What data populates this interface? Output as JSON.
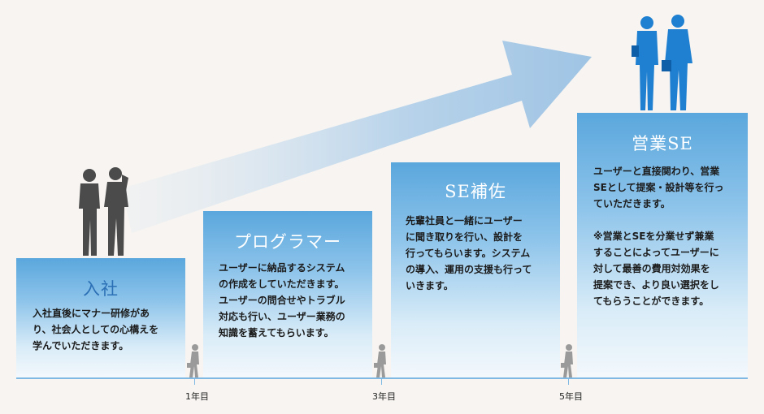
{
  "steps": [
    {
      "title": "入社",
      "text": "入社直後にマナー研修があ\nり、社会人としての心構えを\n学んでいただきます。"
    },
    {
      "title": "プログラマー",
      "text": "ユーザーに納品するシステム\nの作成をしていただきます。\nユーザーの問合せやトラブル\n対応も行い、ユーザー業務の\n知識を蓄えてもらいます。"
    },
    {
      "title": "SE補佐",
      "text": "先輩社員と一緒にユーザー\nに聞き取りを行い、設計を\n行ってもらいます。システム\nの導入、運用の支援も行って\nいきます。"
    },
    {
      "title": "営業SE",
      "text": "ユーザーと直接関わり、営業\nSEとして提案・設計等を行っ\nていただきます。\n\n※営業とSEを分業せず兼業\nすることによってユーザーに\n対して最善の費用対効果を\n提案でき、より良い選択をし\nてもらうことができます。"
    }
  ],
  "timeline": {
    "years": [
      "1年目",
      "3年目",
      "5年目"
    ]
  },
  "colors": {
    "accent_blue": "#5aa7dd",
    "title_blue": "#2b6fb5",
    "silhouette_dark": "#4b4b4b",
    "silhouette_blue": "#1f7fd0",
    "walker_gray": "#9a9a9a"
  },
  "icons": [
    "businesspeople-gray-icon",
    "walking-person-icon",
    "businesspeople-blue-icon"
  ]
}
